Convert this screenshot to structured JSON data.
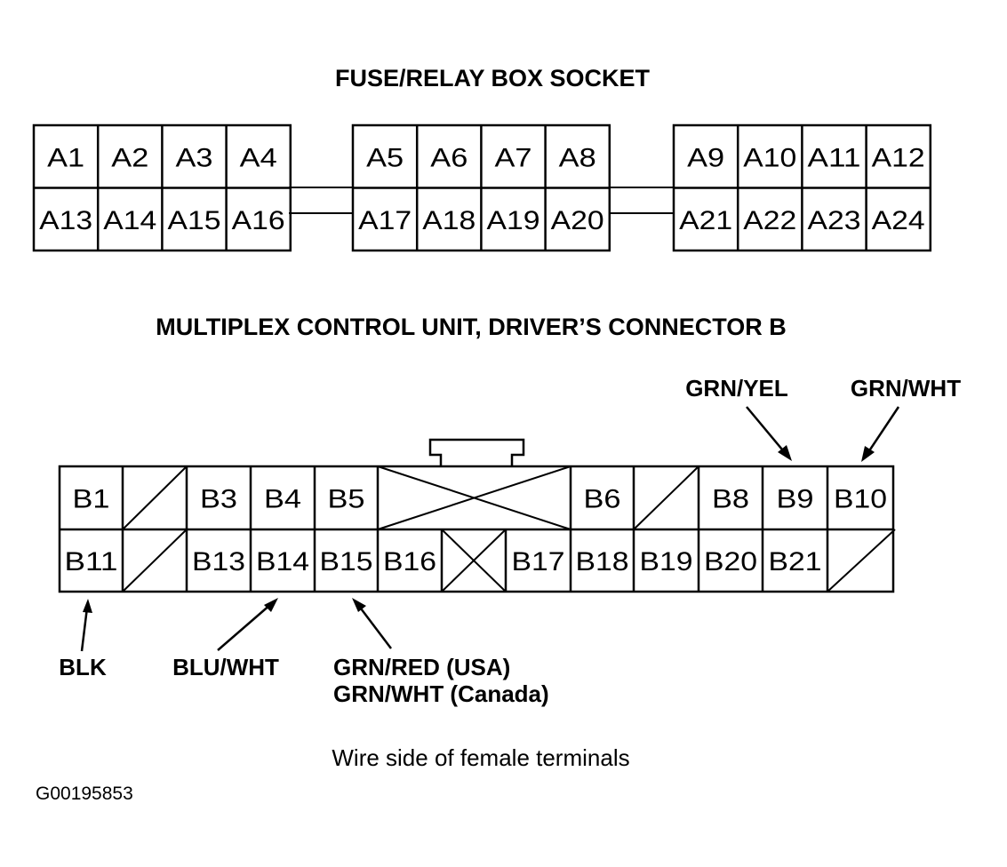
{
  "fuse_box": {
    "title": "FUSE/RELAY BOX SOCKET",
    "groups": [
      {
        "top": [
          "A1",
          "A2",
          "A3",
          "A4"
        ],
        "bottom": [
          "A13",
          "A14",
          "A15",
          "A16"
        ]
      },
      {
        "top": [
          "A5",
          "A6",
          "A7",
          "A8"
        ],
        "bottom": [
          "A17",
          "A18",
          "A19",
          "A20"
        ]
      },
      {
        "top": [
          "A9",
          "A10",
          "A11",
          "A12"
        ],
        "bottom": [
          "A21",
          "A22",
          "A23",
          "A24"
        ]
      }
    ]
  },
  "connector_b": {
    "title": "MULTIPLEX CONTROL UNIT, DRIVER’S CONNECTOR B",
    "top_row": [
      {
        "label": "B1"
      },
      {
        "blank": "slash"
      },
      {
        "label": "B3"
      },
      {
        "label": "B4"
      },
      {
        "label": "B5"
      },
      {
        "blank": "cross"
      },
      {
        "label": "B6"
      },
      {
        "blank": "slash"
      },
      {
        "label": "B8"
      },
      {
        "label": "B9"
      },
      {
        "label": "B10"
      }
    ],
    "bottom_row": [
      {
        "label": "B11"
      },
      {
        "blank": "slash"
      },
      {
        "label": "B13"
      },
      {
        "label": "B14"
      },
      {
        "label": "B15"
      },
      {
        "label": "B16"
      },
      {
        "blank": "cross"
      },
      {
        "label": "B17"
      },
      {
        "label": "B18"
      },
      {
        "label": "B19"
      },
      {
        "label": "B20"
      },
      {
        "label": "B21"
      },
      {
        "blank": "slash"
      }
    ],
    "wires": {
      "b9": "GRN/YEL",
      "b10": "GRN/WHT",
      "b11": "BLK",
      "b14": "BLU/WHT",
      "b15_line1": "GRN/RED (USA)",
      "b15_line2": "GRN/WHT (Canada)"
    }
  },
  "caption": "Wire side of female terminals",
  "figure_code": "G00195853"
}
